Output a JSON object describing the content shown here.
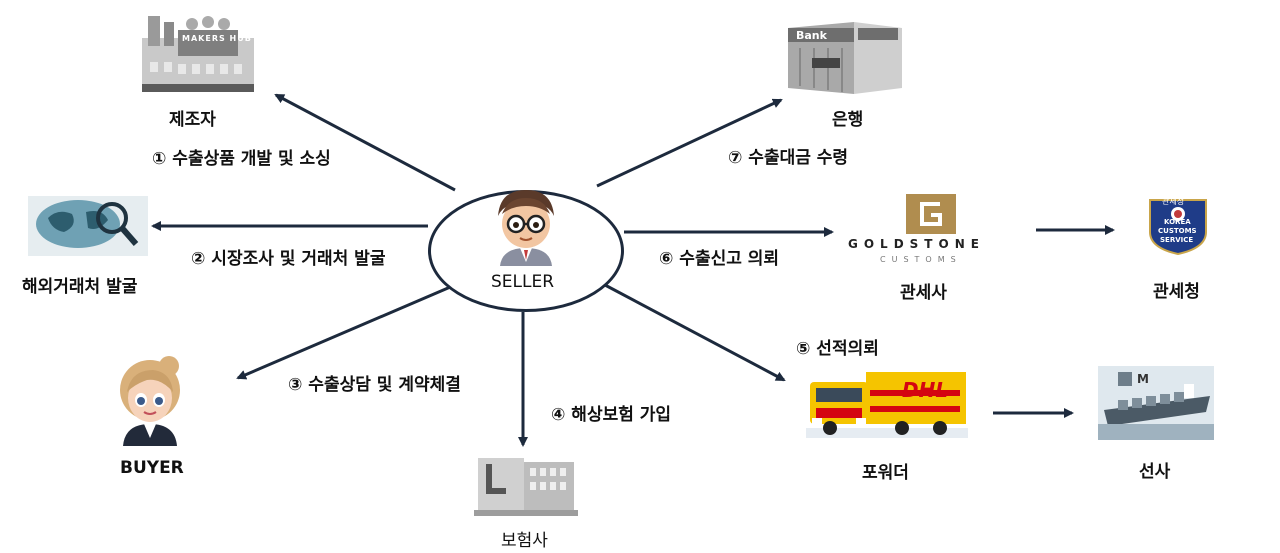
{
  "center": {
    "label": "SELLER"
  },
  "nodes": {
    "manufacturer": {
      "label": "제조자",
      "icon": "factory-icon",
      "logo_text": "MAKERS HUB"
    },
    "overseas": {
      "label": "해외거래처 발굴",
      "icon": "globe-search-icon"
    },
    "buyer": {
      "label": "BUYER",
      "icon": "buyer-avatar-icon"
    },
    "insurer": {
      "label": "보험사",
      "icon": "office-building-icon"
    },
    "bank": {
      "label": "은행",
      "icon": "bank-building-icon",
      "sign_text": "Bank"
    },
    "customs_broker": {
      "label": "관세사",
      "icon": "goldstone-logo-icon",
      "logo_text": "GOLDSTONE",
      "logo_sub": "CUSTOMS"
    },
    "customs_service": {
      "label": "관세청",
      "icon": "korea-customs-badge-icon",
      "badge_top": "관세청",
      "badge_line1": "KOREA",
      "badge_line2": "CUSTOMS",
      "badge_line3": "SERVICE"
    },
    "forwarder": {
      "label": "포워더",
      "icon": "dhl-truck-icon",
      "truck_text": "DHL"
    },
    "carrier": {
      "label": "선사",
      "icon": "container-ship-icon"
    }
  },
  "steps": [
    {
      "id": 1,
      "text": "① 수출상품 개발 및 소싱"
    },
    {
      "id": 2,
      "text": "② 시장조사 및 거래처 발굴"
    },
    {
      "id": 3,
      "text": "③ 수출상담 및 계약체결"
    },
    {
      "id": 4,
      "text": "④ 해상보험 가입"
    },
    {
      "id": 5,
      "text": "⑤ 선적의뢰"
    },
    {
      "id": 6,
      "text": "⑥ 수출신고 의뢰"
    },
    {
      "id": 7,
      "text": "⑦ 수출대금 수령"
    }
  ],
  "colors": {
    "arrow": "#1d2a3d",
    "dhl_yellow": "#f5c400",
    "dhl_red": "#d40511",
    "gold": "#b08d4f",
    "badge_navy": "#1f3c88"
  }
}
